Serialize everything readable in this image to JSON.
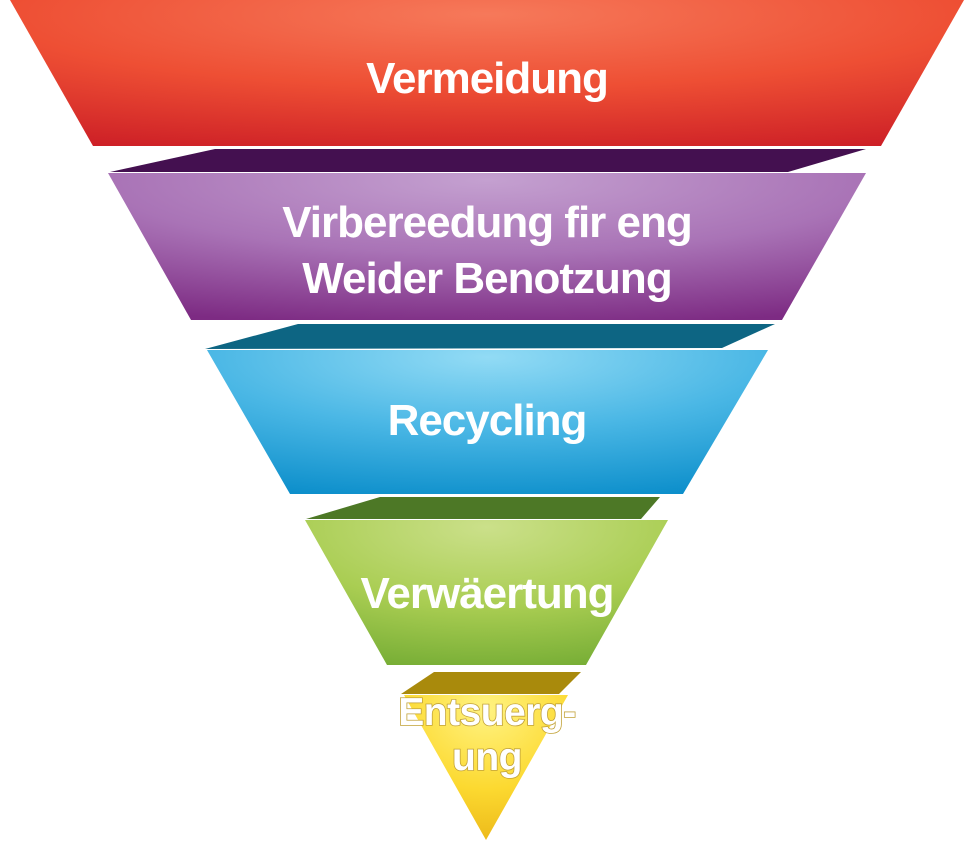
{
  "diagram": {
    "kind": "inverted-pyramid-funnel",
    "background_color": "#ffffff",
    "label_color": "#ffffff",
    "levels": [
      {
        "id": "level-1",
        "lines": [
          "Vermeidung"
        ],
        "light_color": "#f6795a",
        "mid_color": "#ee4f34",
        "edge_color": "#cc1e26"
      },
      {
        "id": "level-2",
        "lines": [
          "Virbereedung fir eng",
          "Weider Benotzung"
        ],
        "light_color": "#c4a0d0",
        "mid_color": "#a973b6",
        "edge_color": "#7d2b83",
        "fold_color": "#441050"
      },
      {
        "id": "level-3",
        "lines": [
          "Recycling"
        ],
        "light_color": "#92dbf5",
        "mid_color": "#4ab7e5",
        "edge_color": "#0d8fcb",
        "fold_color": "#0d6583"
      },
      {
        "id": "level-4",
        "lines": [
          "Verwäertung"
        ],
        "light_color": "#cbe08a",
        "mid_color": "#a9cd52",
        "edge_color": "#76ad35",
        "fold_color": "#4d7826"
      },
      {
        "id": "level-5",
        "lines": [
          "Entsuerg-",
          "ung"
        ],
        "light_color": "#fff382",
        "mid_color": "#fcd930",
        "edge_color": "#e9b214",
        "fold_color": "#a98a0c",
        "outline_color": "#c2a238"
      }
    ]
  }
}
